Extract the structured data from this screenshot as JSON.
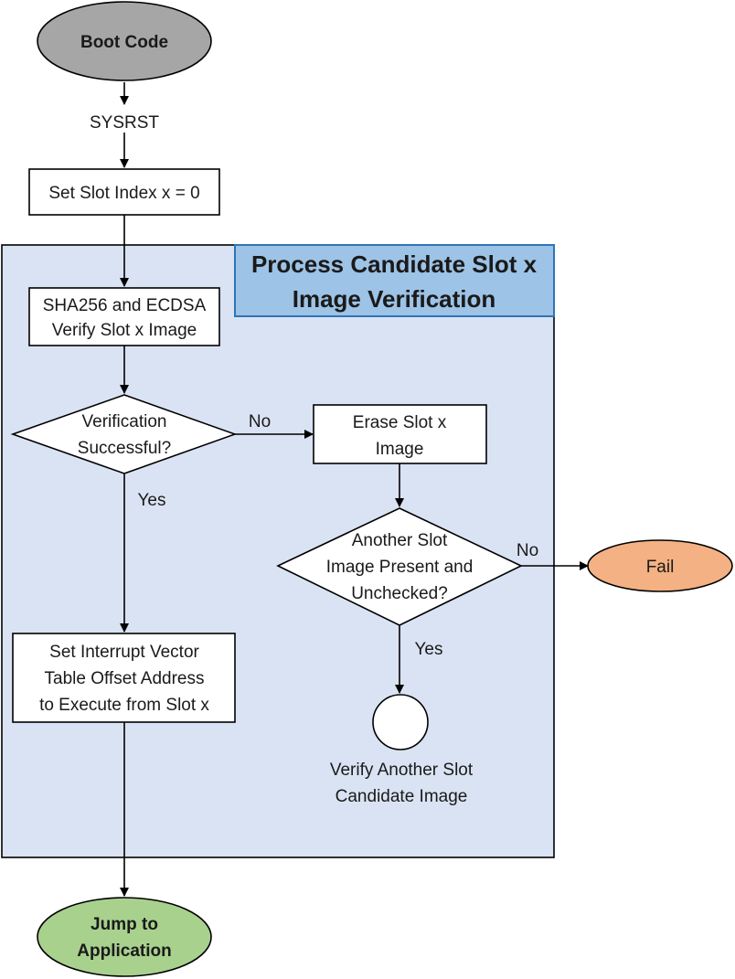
{
  "nodes": {
    "boot_code": "Boot Code",
    "sysrst": "SYSRST",
    "set_slot_index": "Set Slot Index x = 0",
    "group_title": [
      "Process Candidate Slot x",
      "Image Verification"
    ],
    "verify_image": [
      "SHA256 and ECDSA",
      "Verify Slot x Image"
    ],
    "verification_decision": [
      "Verification",
      "Successful?"
    ],
    "erase_slot": [
      "Erase Slot x",
      "Image"
    ],
    "another_slot_decision": [
      "Another Slot",
      "Image Present and",
      "Unchecked?"
    ],
    "fail": "Fail",
    "set_vector_table": [
      "Set Interrupt Vector",
      "Table Offset Address",
      "to Execute from Slot x"
    ],
    "verify_another": [
      "Verify Another Slot",
      "Candidate Image"
    ],
    "jump_to_app": [
      "Jump to",
      "Application"
    ]
  },
  "edges": {
    "verification_no": "No",
    "verification_yes": "Yes",
    "another_no": "No",
    "another_yes": "Yes"
  },
  "colors": {
    "group_fill": "#dae3f3",
    "title_fill": "#9dc3e6",
    "title_stroke": "#2e75b6",
    "start_fill": "#a6a6a6",
    "fail_fill": "#f4b183",
    "end_fill": "#a9d18e"
  }
}
